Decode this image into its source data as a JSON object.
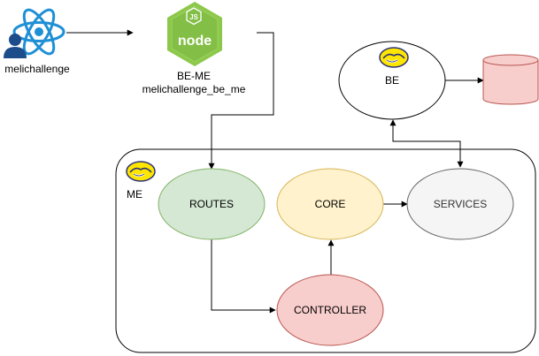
{
  "nodes": {
    "client": {
      "label": "melichallenge"
    },
    "be_me": {
      "title": "BE-ME",
      "subtitle": "melichallenge_be_me",
      "node_logo_js": "JS",
      "node_logo_text": "node"
    },
    "be": {
      "label": "BE"
    },
    "me_container": {
      "label": "ME"
    },
    "routes": {
      "label": "ROUTES"
    },
    "core": {
      "label": "CORE"
    },
    "services": {
      "label": "SERVICES"
    },
    "controller": {
      "label": "CONTROLLER"
    }
  },
  "icons": {
    "client": "react-atom-with-user-icon",
    "be_me": "nodejs-hexagon-icon",
    "be": "mercadolibre-handshake-icon",
    "me": "mercadolibre-handshake-icon",
    "database": "database-cylinder-icon"
  },
  "colors": {
    "routes_fill": "#d5e8d4",
    "routes_stroke": "#82b366",
    "core_fill": "#fff2cc",
    "core_stroke": "#d6b656",
    "services_fill": "#f5f5f5",
    "services_stroke": "#666666",
    "controller_fill": "#f8cecc",
    "controller_stroke": "#b85450",
    "db_fill": "#f8cecc",
    "db_stroke": "#b85450",
    "react_blue": "#1f8fd6",
    "user_blue": "#1c4d8a",
    "node_green": "#8cc84b",
    "ml_yellow": "#ffe600"
  }
}
